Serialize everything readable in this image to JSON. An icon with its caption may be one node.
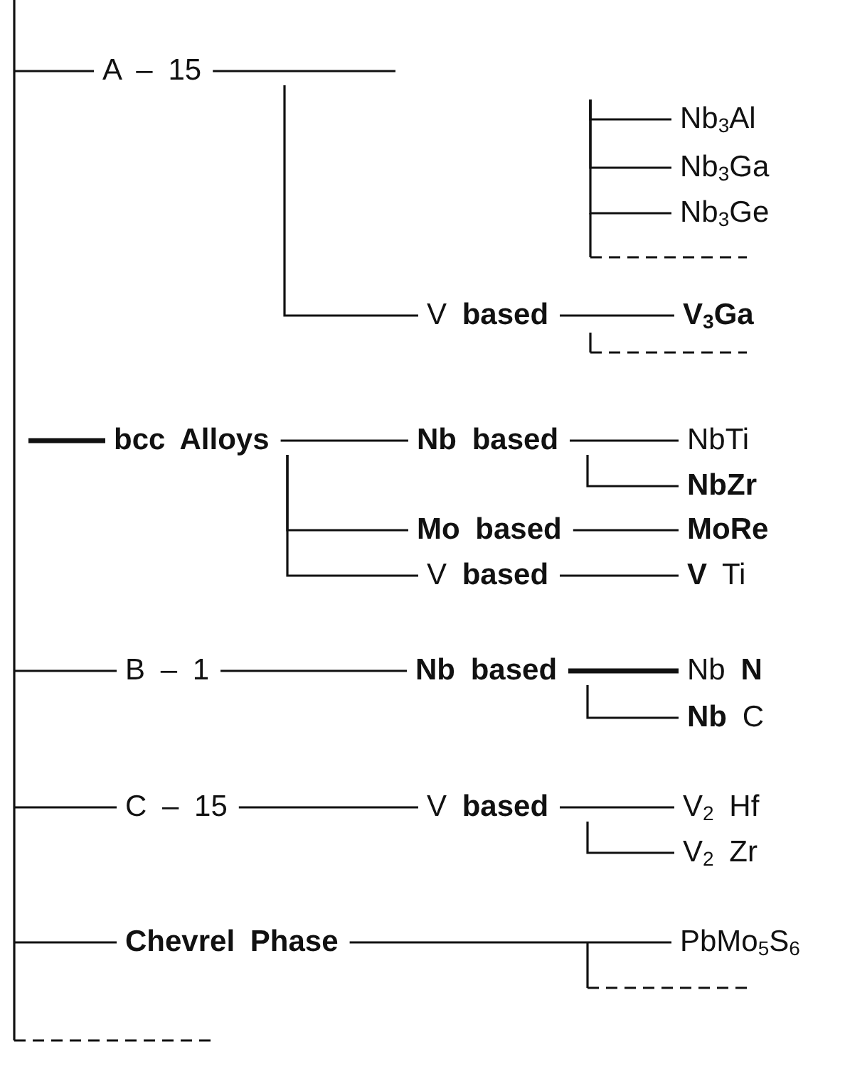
{
  "diagram": {
    "nodes": [
      {
        "text": [
          "A – 15"
        ]
      },
      {
        "text": [
          "Nb$_{3}$Al"
        ]
      },
      {
        "text": [
          "Nb$_{3}$Ga"
        ]
      },
      {
        "text": [
          "Nb$_{3}$Ge"
        ]
      },
      {
        "text": [
          "V **based**"
        ]
      },
      {
        "text": [
          "V$_{3}$Ga"
        ]
      },
      {
        "text": [
          "bcc Alloys"
        ]
      },
      {
        "text": [
          "Nb based"
        ]
      },
      {
        "text": [
          "NbTi"
        ]
      },
      {
        "text": [
          "NbZr"
        ]
      },
      {
        "text": [
          "Mo based"
        ]
      },
      {
        "text": [
          "MoRe"
        ]
      },
      {
        "text": [
          "V **based**"
        ]
      },
      {
        "text": [
          "**V** Ti"
        ]
      },
      {
        "text": [
          "B – 1"
        ]
      },
      {
        "text": [
          "Nb based"
        ]
      },
      {
        "text": [
          "Nb **N**"
        ]
      },
      {
        "text": [
          "**Nb** C"
        ]
      },
      {
        "text": [
          "C – 15"
        ]
      },
      {
        "text": [
          "V **based**"
        ]
      },
      {
        "text": [
          "V$_{2}$ Hf"
        ]
      },
      {
        "text": [
          "V$_{2}$ Zr"
        ]
      },
      {
        "text": [
          "Chevrel Phase"
        ]
      },
      {
        "text": [
          "PbMo$_{5}$S$_{6}$"
        ]
      }
    ],
    "edges": [
      {
        "from": null,
        "to": 0,
        "arrow": "none"
      },
      {
        "from": 0,
        "to": null,
        "arrow": "none"
      },
      {
        "from": null,
        "to": 1,
        "arrow": "none"
      },
      {
        "from": null,
        "to": 2,
        "arrow": "none"
      },
      {
        "from": null,
        "to": 3,
        "arrow": "none"
      },
      {
        "from": 0,
        "to": 4,
        "arrow": "none"
      },
      {
        "from": 4,
        "to": 5,
        "arrow": "none"
      },
      {
        "from": null,
        "to": 6,
        "arrow": "none",
        "style": "thick"
      },
      {
        "from": 6,
        "to": 7,
        "arrow": "none"
      },
      {
        "from": 7,
        "to": 8,
        "arrow": "none"
      },
      {
        "from": 7,
        "to": 9,
        "arrow": "none"
      },
      {
        "from": 6,
        "to": 10,
        "arrow": "none"
      },
      {
        "from": 10,
        "to": 11,
        "arrow": "none"
      },
      {
        "from": 6,
        "to": 12,
        "arrow": "none"
      },
      {
        "from": 12,
        "to": 13,
        "arrow": "none"
      },
      {
        "from": null,
        "to": 14,
        "arrow": "none"
      },
      {
        "from": 14,
        "to": 15,
        "arrow": "none"
      },
      {
        "from": 15,
        "to": 16,
        "arrow": "none",
        "style": "thick"
      },
      {
        "from": 15,
        "to": 17,
        "arrow": "none"
      },
      {
        "from": null,
        "to": 18,
        "arrow": "none"
      },
      {
        "from": 18,
        "to": 19,
        "arrow": "none"
      },
      {
        "from": 19,
        "to": 20,
        "arrow": "none"
      },
      {
        "from": 19,
        "to": 21,
        "arrow": "none"
      },
      {
        "from": null,
        "to": 22,
        "arrow": "none"
      },
      {
        "from": 22,
        "to": 23,
        "arrow": "none"
      }
    ]
  }
}
